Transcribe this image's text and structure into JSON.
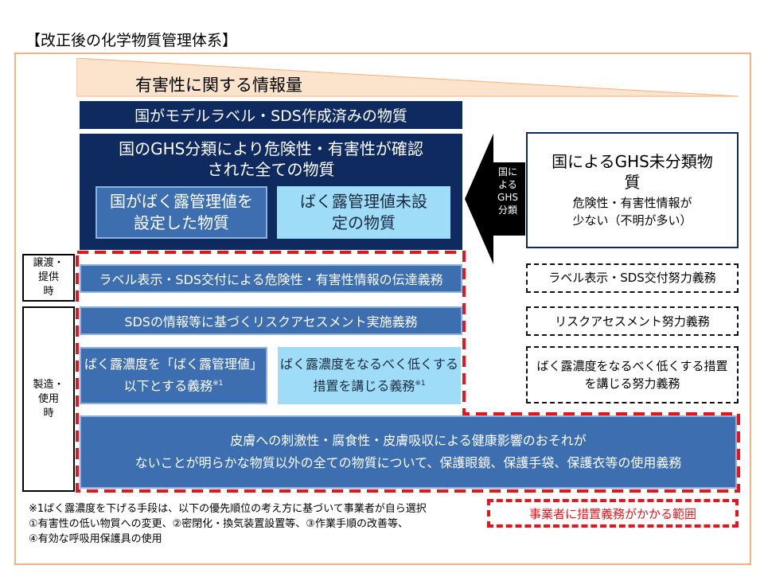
{
  "title": "【改正後の化学物質管理体系】",
  "info_bar": "有害性に関する情報量",
  "model_label_box": "国がモデルラベル・SDS作成済みの物質",
  "ghs_classified": {
    "heading_line1": "国のGHS分類により危険性・有害性が確認",
    "heading_line2": "された全ての物質",
    "exposure_limit_line1": "国がばく露管理値を",
    "exposure_limit_line2": "設定した物質",
    "no_limit_line1": "ばく露管理値未設",
    "no_limit_line2": "定の物質"
  },
  "arrow_text": [
    "国に",
    "よる",
    "GHS",
    "分類"
  ],
  "unclassified": {
    "title_line1": "国によるGHS未分類物",
    "title_line2": "質",
    "sub_line1": "危険性・有害性情報が",
    "sub_line2": "少ない（不明が多い）"
  },
  "side_labels": {
    "transfer": [
      "譲渡・",
      "提供",
      "時"
    ],
    "manufacture": [
      "製造・",
      "使用",
      "時"
    ]
  },
  "rows": {
    "label_duty": "ラベル表示・SDS交付による危険性・有害性情報の伝達義務",
    "risk_duty": "SDSの情報等に基づくリスクアセスメント実施義務",
    "exposure_duty_line1": "ばく露濃度を「ばく露管理値」",
    "exposure_duty_line2": "以下とする義務",
    "reduce_duty_line1": "ばく露濃度をなるべく低くする",
    "reduce_duty_line2": "措置を講じる義務",
    "note_mark": "※1"
  },
  "efforts": {
    "label_effort": "ラベル表示・SDS交付努力義務",
    "risk_effort": "リスクアセスメント努力義務",
    "reduce_effort_line1": "ばく露濃度をなるべく低くする措置",
    "reduce_effort_line2": "を講じる努力義務"
  },
  "bottom_box": {
    "line1": "皮膚への刺激性・腐食性・皮膚吸収による健康影響のおそれが",
    "line2": "ないことが明らかな物質以外の全ての物質について、保護眼鏡、保護手袋、保護衣等の使用義務"
  },
  "footnotes": [
    "※1ばく露濃度を下げる手段は、以下の優先順位の考え方に基づいて事業者が自ら選択",
    "①有害性の低い物質への変更、②密閉化・換気装置設置等、③作業手順の改善等、",
    "④有効な呼吸用保護具の使用"
  ],
  "legend": "事業者に措置義務がかかる範囲",
  "colors": {
    "frame": "#f4b183",
    "info_bar": "#fbe3cc",
    "navy": "#0e2a5e",
    "blue": "#3d6fb0",
    "light_blue": "#9fdcf7",
    "red_dash": "#e8141b"
  }
}
